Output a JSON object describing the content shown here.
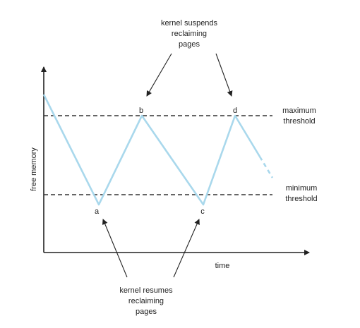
{
  "labels": {
    "suspend": [
      "kernel suspends",
      "reclaiming",
      "pages"
    ],
    "resume": [
      "kernel resumes",
      "reclaiming",
      "pages"
    ],
    "max_threshold": [
      "maximum",
      "threshold"
    ],
    "min_threshold": [
      "minimum",
      "threshold"
    ],
    "y_axis": "free memory",
    "x_axis": "time"
  },
  "points": {
    "a": "a",
    "b": "b",
    "c": "c",
    "d": "d"
  },
  "colors": {
    "curve": "#a9d8ec",
    "axis": "#222222",
    "threshold": "#333333",
    "arrow": "#222222"
  }
}
